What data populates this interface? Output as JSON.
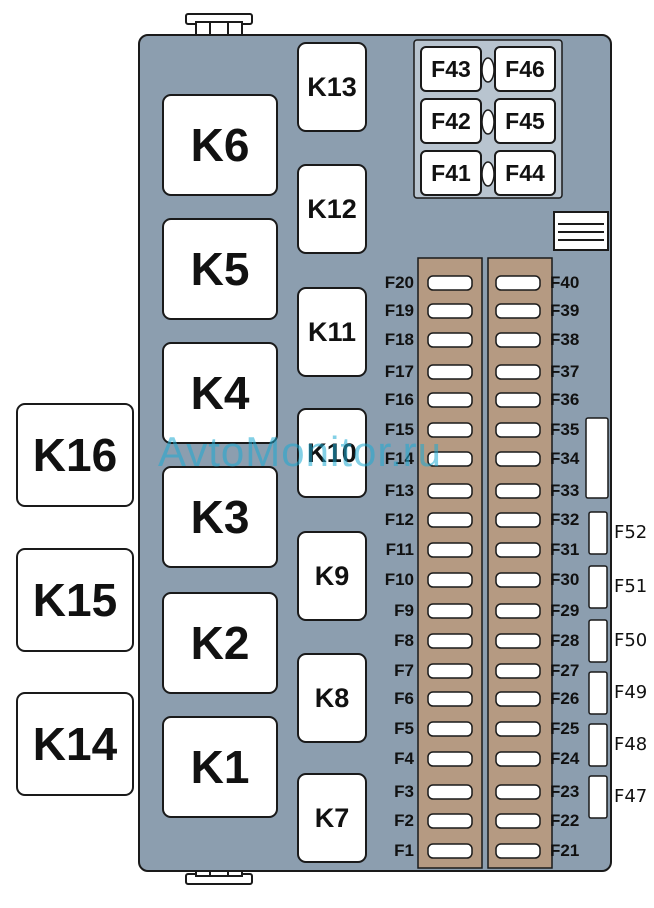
{
  "relays_inside_large": [
    {
      "id": "k6",
      "label": "K6"
    },
    {
      "id": "k5",
      "label": "K5"
    },
    {
      "id": "k4",
      "label": "K4"
    },
    {
      "id": "k3",
      "label": "K3"
    },
    {
      "id": "k2",
      "label": "K2"
    },
    {
      "id": "k1",
      "label": "K1"
    }
  ],
  "relays_inside_small": [
    {
      "id": "k13",
      "label": "K13"
    },
    {
      "id": "k12",
      "label": "K12"
    },
    {
      "id": "k11",
      "label": "K11"
    },
    {
      "id": "k10",
      "label": "K10"
    },
    {
      "id": "k9",
      "label": "K9"
    },
    {
      "id": "k8",
      "label": "K8"
    },
    {
      "id": "k7",
      "label": "K7"
    }
  ],
  "relays_outside": [
    {
      "id": "k16",
      "label": "K16"
    },
    {
      "id": "k15",
      "label": "K15"
    },
    {
      "id": "k14",
      "label": "K14"
    }
  ],
  "top_fuses": {
    "left": [
      "F43",
      "F42",
      "F41"
    ],
    "right": [
      "F46",
      "F45",
      "F44"
    ]
  },
  "fuses_left_column": [
    "F20",
    "F19",
    "F18",
    "F17",
    "F16",
    "F15",
    "F14",
    "F13",
    "F12",
    "F11",
    "F10",
    "F9",
    "F8",
    "F7",
    "F6",
    "F5",
    "F4",
    "F3",
    "F2",
    "F1"
  ],
  "fuses_right_column": [
    "F40",
    "F39",
    "F38",
    "F37",
    "F36",
    "F35",
    "F34",
    "F33",
    "F32",
    "F31",
    "F30",
    "F29",
    "F28",
    "F27",
    "F26",
    "F25",
    "F24",
    "F23",
    "F22",
    "F21"
  ],
  "side_fuses": [
    "F52",
    "F51",
    "F50",
    "F49",
    "F48",
    "F47"
  ],
  "watermark": "AvtoMonitor.ru",
  "colors": {
    "panel": "#8c9eaf",
    "fuse_block": "#b59a82",
    "outline": "#1a1a1a",
    "watermark": "#1eaad2"
  }
}
